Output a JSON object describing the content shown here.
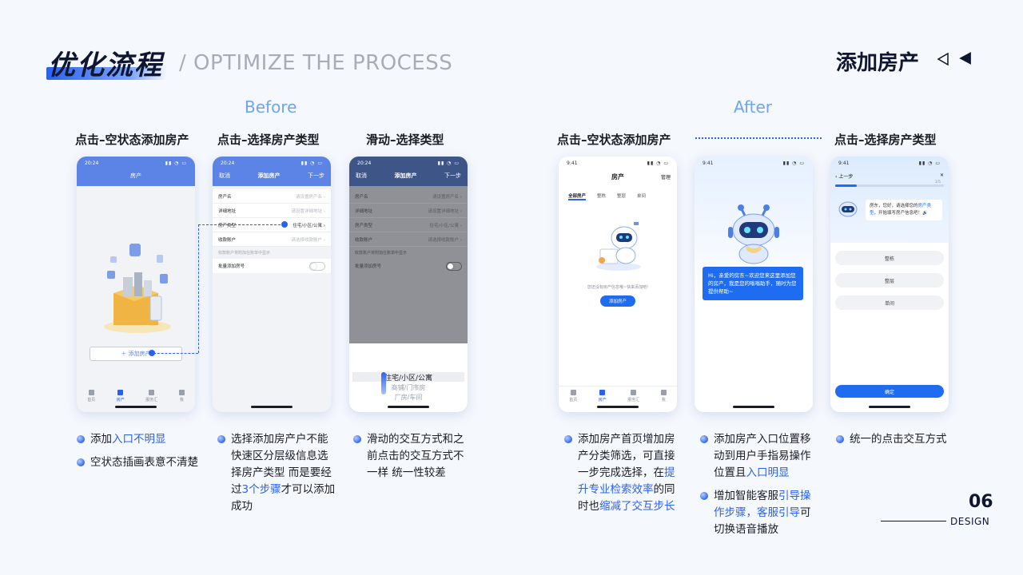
{
  "header": {
    "title": "优化流程",
    "subtitle": "/ OPTIMIZE THE PROCESS",
    "section": "添加房产"
  },
  "phases": {
    "before": "Before",
    "after": "After"
  },
  "columns": [
    "点击–空状态添加房产",
    "点击–选择房产类型",
    "滑动–选择类型",
    "点击–空状态添加房产",
    "点击–选择房产类型"
  ],
  "phone1": {
    "time": "20:24",
    "title": "房产",
    "add_button": "添加房产",
    "tabs": [
      "首页",
      "房产",
      "服务汇",
      "我"
    ]
  },
  "form": {
    "time": "20:24",
    "cancel": "取消",
    "title": "添加房产",
    "next": "下一步",
    "rows": [
      {
        "label": "房产名",
        "value": "请设置房产名"
      },
      {
        "label": "详细地址",
        "value": "请设置详细地址"
      },
      {
        "label": "房产类型",
        "value": "住宅/小区/公寓"
      },
      {
        "label": "收款账户",
        "value": "请选择收款账户"
      }
    ],
    "tip": "收款账户将附加在账单中显示",
    "batch": "批量添加房号"
  },
  "picker": {
    "selected": "住宅/小区/公寓",
    "opt1": "商铺/门市房",
    "opt2": "厂房/车间"
  },
  "phone4": {
    "time": "9:41",
    "title": "房产",
    "manage": "管理",
    "chips": [
      "全部房产",
      "整栋",
      "整层",
      "单间"
    ],
    "empty_tip": "您还没有房产信息哦~快来添加吧!",
    "cta": "添加房产",
    "tabs": [
      "首页",
      "房产",
      "服务汇",
      "我"
    ]
  },
  "phone5": {
    "time": "9:41",
    "bubble": "Hi，亲爱的房东~欢迎您来这里添加您的房产，我是您的嗡嗡助手，随时为您提供帮助~"
  },
  "phone6": {
    "time": "9:41",
    "back": "上一步",
    "close": "✕",
    "step": "1/5",
    "progress": 0.2,
    "chat_a": "房东，您好，请选择您的",
    "chat_hl": "房产类型",
    "chat_b": "，开始填写房产信息吧！",
    "chat_icon": "🔊",
    "options": [
      "整栋",
      "整层",
      "单间"
    ],
    "confirm": "确定"
  },
  "bullets": {
    "b1": [
      {
        "a": "添加",
        "em": "入口不明显",
        "b": ""
      },
      {
        "a": "空状态插画表意不清楚",
        "em": "",
        "b": ""
      }
    ],
    "b2": {
      "a": "选择添加房产户不能快速区分层级信息选择房产类型 而是要经过",
      "em": "3个步骤",
      "b": "才可以添加成功"
    },
    "b3": {
      "a": "滑动的交互方式和之前点击的交互方式不一样 统一性较差"
    },
    "b4": {
      "a": "添加房产首页增加房产分类筛选，可直接一步完成选择，在",
      "em1": "提升专业检索效率",
      "b": "的同时也",
      "em2": "缩减了交互步长"
    },
    "b5": [
      {
        "a": "添加房产入口位置移动到用户手指易操作位置且",
        "em": "入口明显",
        "b": ""
      },
      {
        "a": "增加智能客服",
        "em": "引导操作步骤，客服引导",
        "b": "可切换语音播放"
      }
    ],
    "b6": {
      "a": "统一的点击交互方式"
    }
  },
  "footer": {
    "num": "06",
    "label": "DESIGN"
  },
  "colors": {
    "accent": "#2a62f0",
    "primary_btn": "#1d6cf2",
    "before_bar": "#5c83e6"
  }
}
